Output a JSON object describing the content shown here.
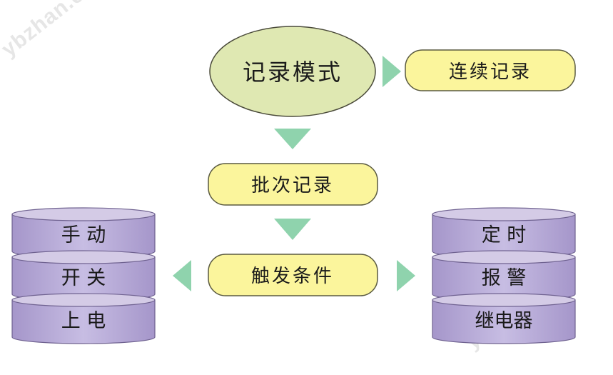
{
  "diagram": {
    "mode": {
      "label": "记录模式"
    },
    "continuous": {
      "label": "连续记录"
    },
    "batch": {
      "label": "批次记录"
    },
    "trigger": {
      "label": "触发条件"
    },
    "left_stack": [
      "手  动",
      "开  关",
      "上  电"
    ],
    "right_stack": [
      "定  时",
      "报  警",
      "继电器"
    ]
  },
  "watermark": "ybzhan.cn",
  "colors": {
    "mode_fill": "#dfe8b2",
    "mode_stroke": "#4a4a3a",
    "box_fill": "#fbf59c",
    "box_stroke": "#5a5a40",
    "arrow": "#8fd3ad",
    "disk_top": "#d4cbe6",
    "disk_body": "#b4a6d6",
    "disk_stroke": "#6f6290",
    "text": "#1a1a1a"
  }
}
